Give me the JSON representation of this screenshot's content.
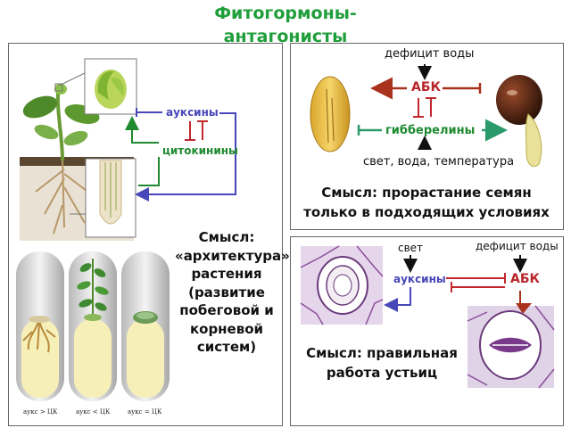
{
  "title": "Фитогормоны-антагонисты",
  "panel_left": {
    "auxins": "ауксины",
    "cytokinins": "цитокинины",
    "meaning": [
      "Смысл:",
      "«архитектура»",
      "растения",
      "(развитие",
      "побеговой и",
      "корневой",
      "систем)"
    ],
    "tubes": [
      "аукс > ЦК",
      "аукс < ЦК",
      "аукс = ЦК"
    ]
  },
  "panel_seeds": {
    "water_deficit": "дефицит воды",
    "aba": "АБК",
    "gibberellins": "гибберелины",
    "conditions": "свет, вода, температура",
    "meaning": [
      "Смысл: прорастание семян",
      "только в подходящих условиях"
    ]
  },
  "panel_stomata": {
    "light": "свет",
    "water_deficit": "дефицит воды",
    "auxins": "ауксины",
    "aba": "АБК",
    "meaning": [
      "Смысл: правильная",
      "работа устьиц"
    ]
  },
  "colors": {
    "title": "#1f9e3a",
    "auxin": "#4747b8",
    "cytokinin": "#1f8a30",
    "aba": "#b8262a",
    "gibberellin": "#1f8a30",
    "inhibit": "#c0282c"
  }
}
